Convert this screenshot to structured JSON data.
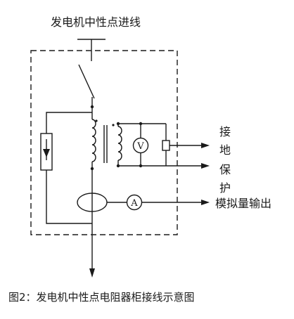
{
  "diagram": {
    "top_label": "发电机中性点进线",
    "meter_v": "V",
    "meter_a": "A",
    "side_label_chars": [
      "接",
      "地",
      "保",
      "护"
    ],
    "analog_output": "模拟量输出",
    "caption": "图2：发电机中性点电阻器柜接线示意图"
  }
}
